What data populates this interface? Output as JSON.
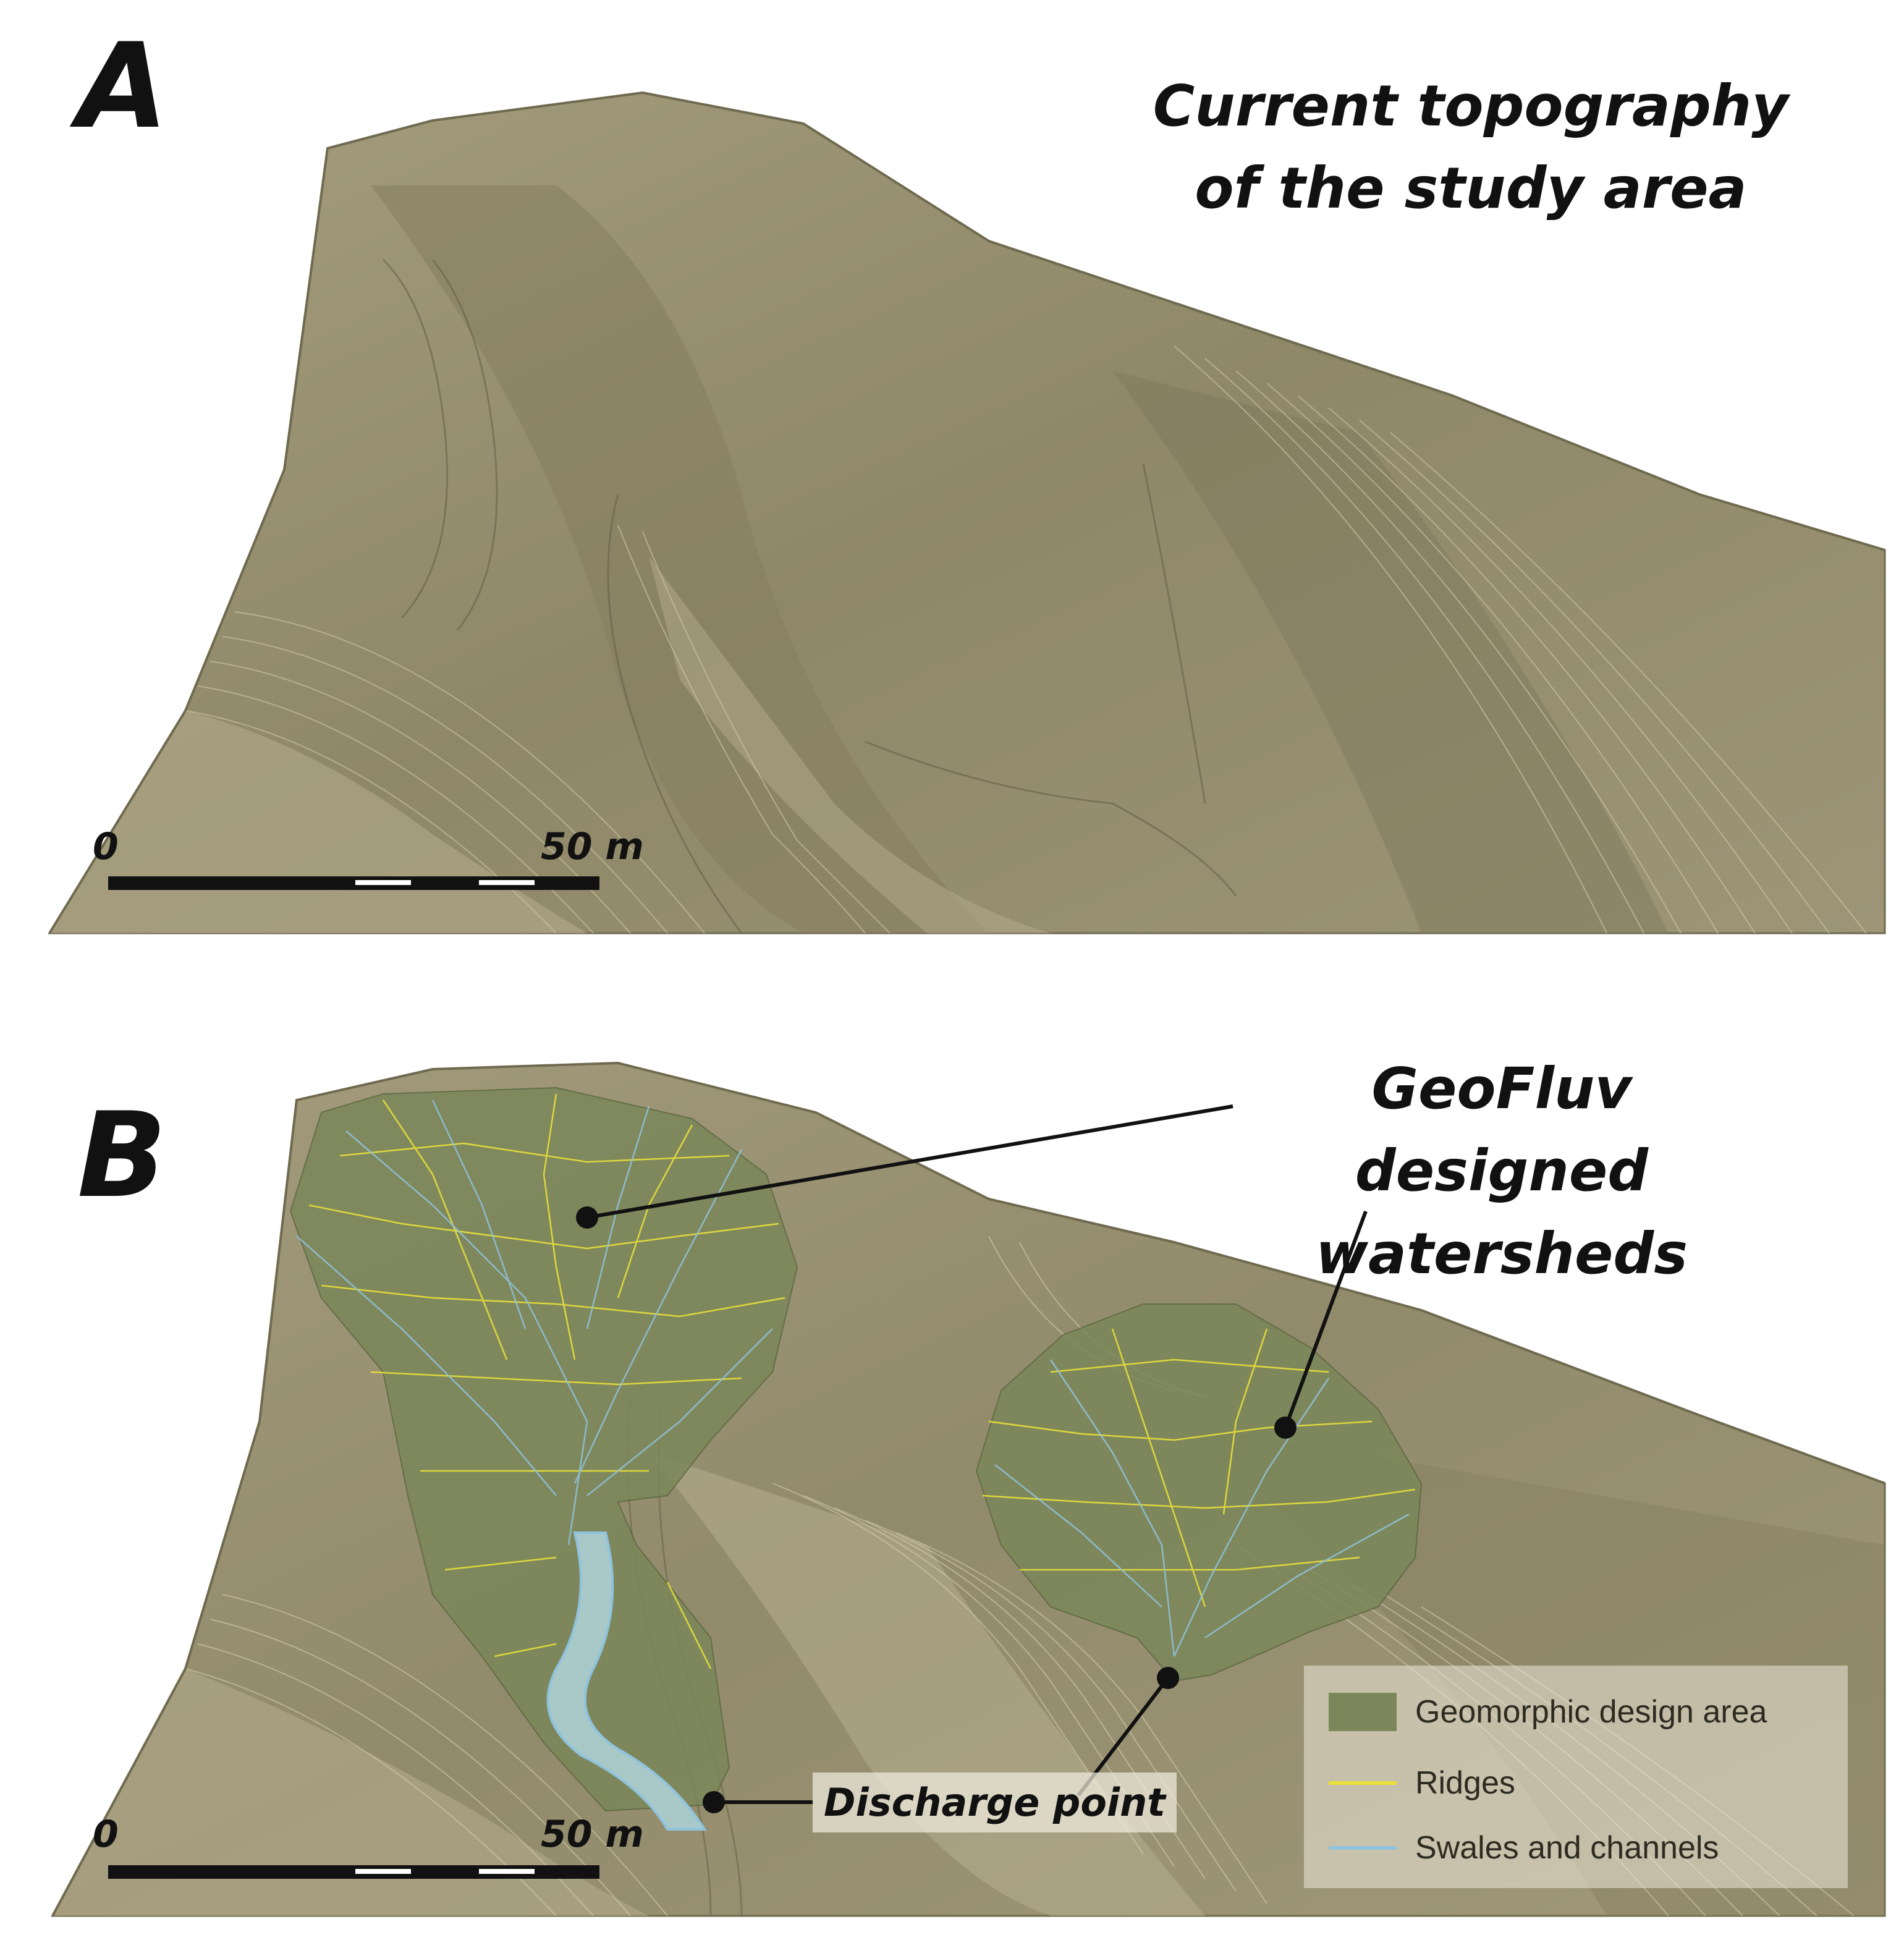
{
  "panels": {
    "a": {
      "letter": "A",
      "title_line1": "Current topography",
      "title_line2": "of the study area",
      "scale_start": "0",
      "scale_end": "50 m"
    },
    "b": {
      "letter": "B",
      "title_line1": "GeoFluv designed",
      "title_line2": "watersheds",
      "scale_start": "0",
      "scale_end": "50 m",
      "discharge_label": "Discharge point"
    }
  },
  "legend": {
    "items": [
      {
        "label": "Geomorphic design area",
        "symbol": "area",
        "color": "#7b875a"
      },
      {
        "label": "Ridges",
        "symbol": "line",
        "color": "#e8df3a"
      },
      {
        "label": "Swales and channels",
        "symbol": "line",
        "color": "#8fc3dd"
      }
    ]
  },
  "colors": {
    "terrain": "#9a9273",
    "terrain_dark": "#6f6a4f",
    "terrain_light": "#bcb497",
    "design_area": "#7b875a",
    "ridge": "#e8df3a",
    "swale": "#8fc3dd"
  }
}
